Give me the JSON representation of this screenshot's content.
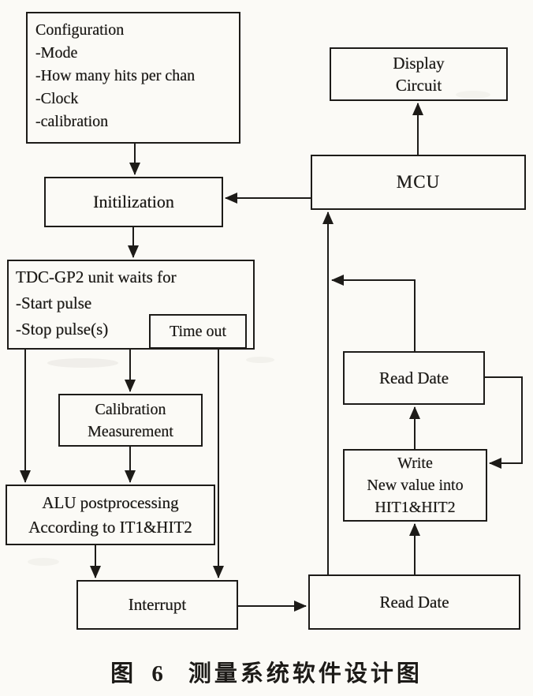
{
  "colors": {
    "ink": "#1d1b18",
    "paper": "#fbfaf6"
  },
  "nodes": {
    "configuration": {
      "lines": [
        "Configuration",
        "-Mode",
        "-How many hits per chan",
        "-Clock",
        "-calibration"
      ]
    },
    "initilization": {
      "label": "Initilization"
    },
    "display_circuit": {
      "lines": [
        "Display",
        "Circuit"
      ]
    },
    "mcu": {
      "label": "MCU"
    },
    "tdc_wait": {
      "lines": [
        "TDC-GP2 unit waits for",
        "-Start pulse",
        "-Stop pulse(s)"
      ]
    },
    "time_out": {
      "label": "Time out"
    },
    "calibration": {
      "lines": [
        "Calibration",
        "Measurement"
      ]
    },
    "alu": {
      "lines": [
        "ALU postprocessing",
        "According to IT1&HIT2"
      ]
    },
    "interrupt": {
      "label": "Interrupt"
    },
    "read_date_top": {
      "label": "Read Date"
    },
    "write_new_value": {
      "lines": [
        "Write",
        "New value into",
        "HIT1&HIT2"
      ]
    },
    "read_date_bottom": {
      "label": "Read Date"
    }
  },
  "caption": {
    "prefix": "图 6",
    "title": "测量系统软件设计图"
  }
}
